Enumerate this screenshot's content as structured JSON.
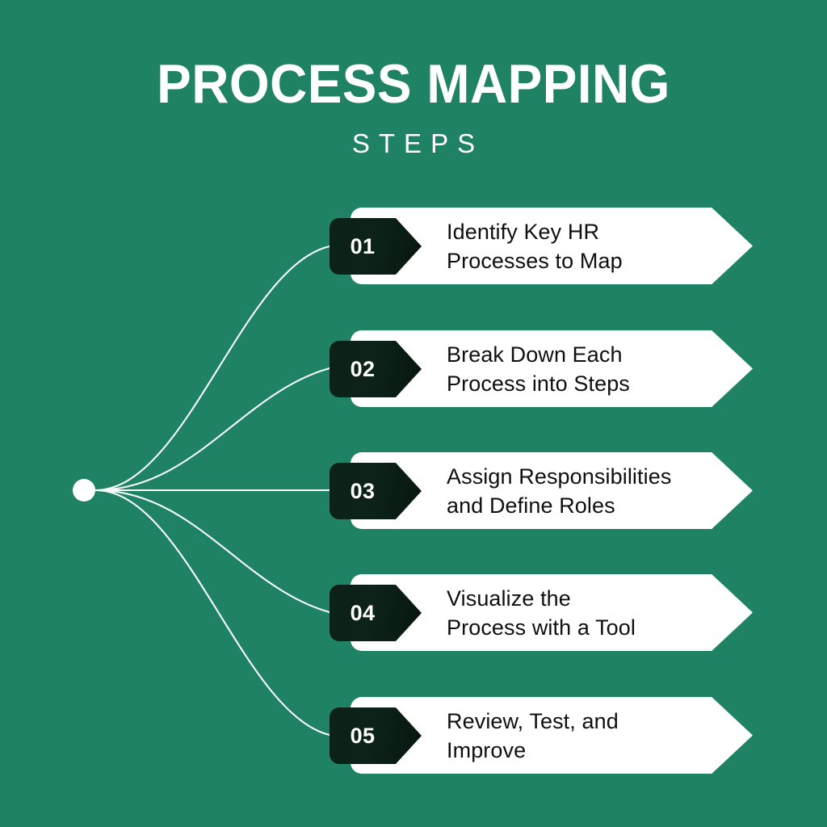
{
  "header": {
    "title": "PROCESS MAPPING",
    "subtitle": "STEPS"
  },
  "colors": {
    "background": "#1f8264",
    "card": "#ffffff",
    "badge": "#0d2319",
    "title_text": "#ffffff",
    "body_text": "#0f0f12",
    "connector": "#ffffff"
  },
  "diagram": {
    "type": "fan-out-step-list",
    "hub_label": "",
    "steps": [
      {
        "number": "01",
        "text": "Identify Key HR\nProcesses to Map"
      },
      {
        "number": "02",
        "text": "Break Down Each\nProcess into Steps"
      },
      {
        "number": "03",
        "text": "Assign Responsibilities\nand Define Roles"
      },
      {
        "number": "04",
        "text": "Visualize the\nProcess with a Tool"
      },
      {
        "number": "05",
        "text": "Review, Test, and\nImprove"
      }
    ]
  }
}
